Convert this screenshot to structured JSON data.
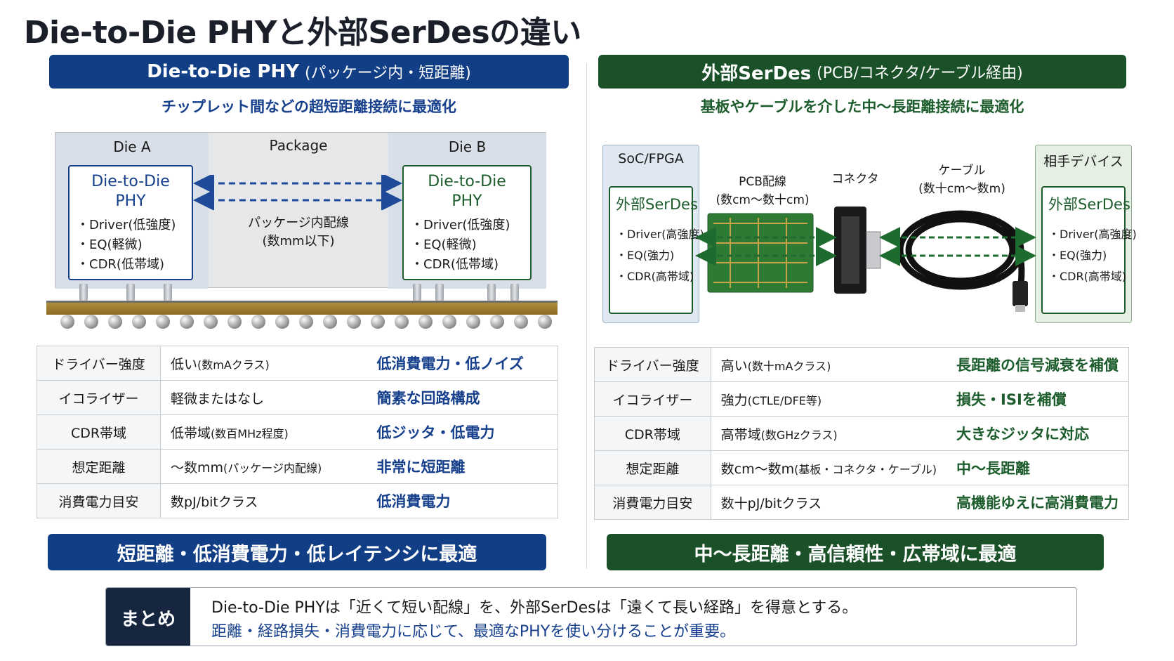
{
  "title": "Die-to-Die PHYと外部SerDesの違い",
  "colors": {
    "blue": "#123e86",
    "green": "#1b5128",
    "summary_tag": "#17263f"
  },
  "left": {
    "banner_main": "Die-to-Die PHY",
    "banner_sub": "(パッケージ内・短距離)",
    "subtitle": "チップレット間などの超短距離接続に最適化",
    "diagram": {
      "die_a": "Die A",
      "package": "Package",
      "die_b": "Die B",
      "phy_title_1": "Die-to-Die",
      "phy_title_2": "PHY",
      "phy_lines": [
        "・Driver(低強度)",
        "・EQ(軽微)",
        "・CDR(低帯域)"
      ],
      "wire_1": "パッケージ内配線",
      "wire_2": "(数mm以下)"
    },
    "rows": [
      {
        "h": "ドライバー強度",
        "v": "低い",
        "vs": "(数mAクラス)",
        "e": "低消費電力・低ノイズ"
      },
      {
        "h": "イコライザー",
        "v": "軽微またはなし",
        "vs": "",
        "e": "簡素な回路構成"
      },
      {
        "h": "CDR帯域",
        "v": "低帯域",
        "vs": "(数百MHz程度)",
        "e": "低ジッタ・低電力"
      },
      {
        "h": "想定距離",
        "v": "～数mm",
        "vs": "(パッケージ内配線)",
        "e": "非常に短距離"
      },
      {
        "h": "消費電力目安",
        "v": "数pJ/bitクラス",
        "vs": "",
        "e": "低消費電力"
      }
    ],
    "footer": "短距離・低消費電力・低レイテンシに最適"
  },
  "right": {
    "banner_main": "外部SerDes",
    "banner_sub": "(PCB/コネクタ/ケーブル経由)",
    "subtitle": "基板やケーブルを介した中～長距離接続に最適化",
    "diagram": {
      "soc": "SoC/FPGA",
      "peer": "相手デバイス",
      "serdes_title": "外部SerDes",
      "serdes_lines": [
        "・Driver(高強度)",
        "・EQ(強力)",
        "・CDR(高帯域)"
      ],
      "pcb_1": "PCB配線",
      "pcb_2": "(数cm～数十cm)",
      "connector": "コネクタ",
      "cable_1": "ケーブル",
      "cable_2": "(数十cm～数m)"
    },
    "rows": [
      {
        "h": "ドライバー強度",
        "v": "高い",
        "vs": "(数十mAクラス)",
        "e": "長距離の信号減衰を補償"
      },
      {
        "h": "イコライザー",
        "v": "強力",
        "vs": "(CTLE/DFE等)",
        "e": "損失・ISIを補償"
      },
      {
        "h": "CDR帯域",
        "v": "高帯域",
        "vs": "(数GHzクラス)",
        "e": "大きなジッタに対応"
      },
      {
        "h": "想定距離",
        "v": "数cm～数m",
        "vs": "(基板・コネクタ・ケーブル)",
        "e": "中～長距離"
      },
      {
        "h": "消費電力目安",
        "v": "数十pJ/bitクラス",
        "vs": "",
        "e": "高機能ゆえに高消費電力"
      }
    ],
    "footer": "中～長距離・高信頼性・広帯域に最適"
  },
  "summary": {
    "tag": "まとめ",
    "line1": "Die-to-Die PHYは「近くて短い配線」を、外部SerDesは「遠くて長い経路」を得意とする。",
    "line2": "距離・経路損失・消費電力に応じて、最適なPHYを使い分けることが重要。"
  }
}
